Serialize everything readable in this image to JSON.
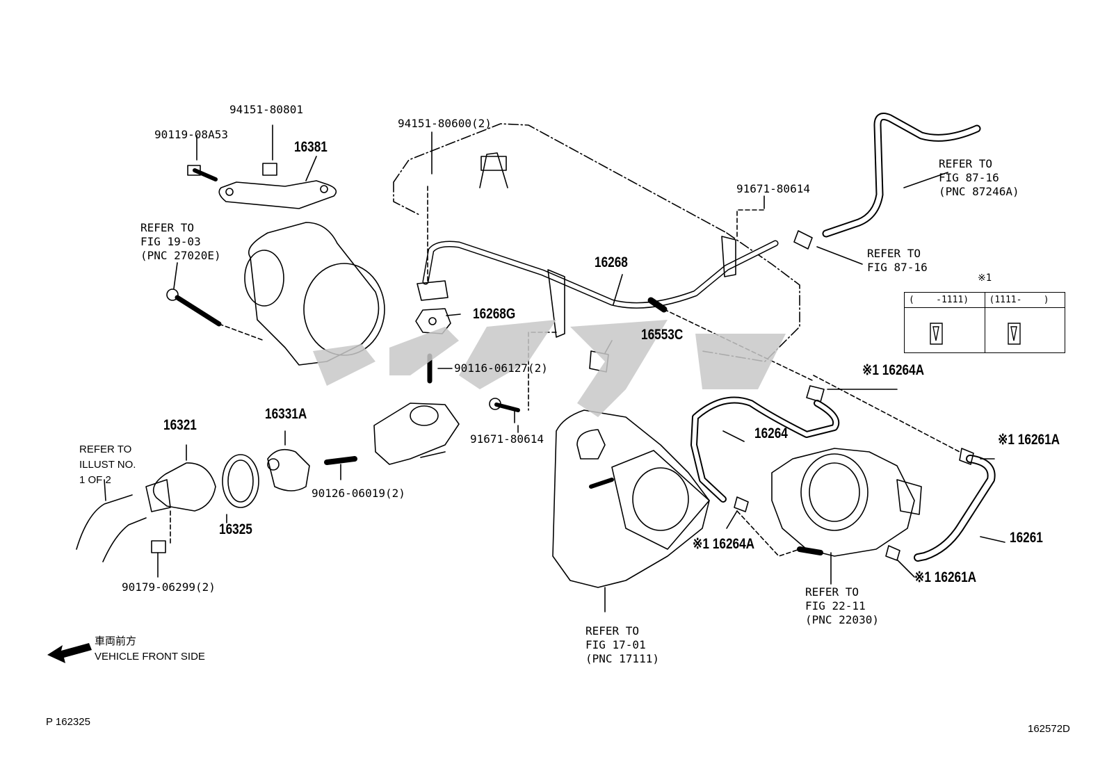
{
  "labels": {
    "p94151_80801": "94151-80801",
    "p90119_08A53": "90119-08A53",
    "p16381": "16381",
    "p94151_80600": "94151-80600(2)",
    "p91671_80614_top": "91671-80614",
    "p16268": "16268",
    "p16268G": "16268G",
    "p16553C": "16553C",
    "p90116_06127": "90116-06127(2)",
    "p91671_80614_mid": "91671-80614",
    "p16264A_top": "※1 16264A",
    "p16264": "16264",
    "p16261A_top": "※1 16261A",
    "p16261": "16261",
    "p16261A_bot": "※1 16261A",
    "p16264A_bot": "※1 16264A",
    "p16321": "16321",
    "p16331A": "16331A",
    "p16325": "16325",
    "p90126_06019": "90126-06019(2)",
    "p90179_06299": "90179-06299(2)"
  },
  "refs": {
    "r_fig19_03": "REFER TO\nFIG 19-03\n(PNC 27020E)",
    "r_fig87_16_top": "REFER TO\nFIG 87-16\n(PNC 87246A)",
    "r_fig87_16_mid": "REFER TO\nFIG 87-16",
    "r_illust": "REFER TO\nILLUST NO.\n1 OF 2",
    "r_fig17_01": "REFER TO\nFIG 17-01\n(PNC 17111)",
    "r_fig22_11": "REFER TO\nFIG 22-11\n(PNC 22030)"
  },
  "legend": {
    "mark": "※1",
    "col1": "(    -1111)",
    "col2": "(1111-    )"
  },
  "direction": {
    "jp": "車両前方",
    "en": "VEHICLE FRONT SIDE"
  },
  "footer": {
    "left_code": "P 162325",
    "right_code": "162572D"
  },
  "colors": {
    "line": "#000000",
    "watermark": "#c8c8c8",
    "background": "#ffffff"
  }
}
